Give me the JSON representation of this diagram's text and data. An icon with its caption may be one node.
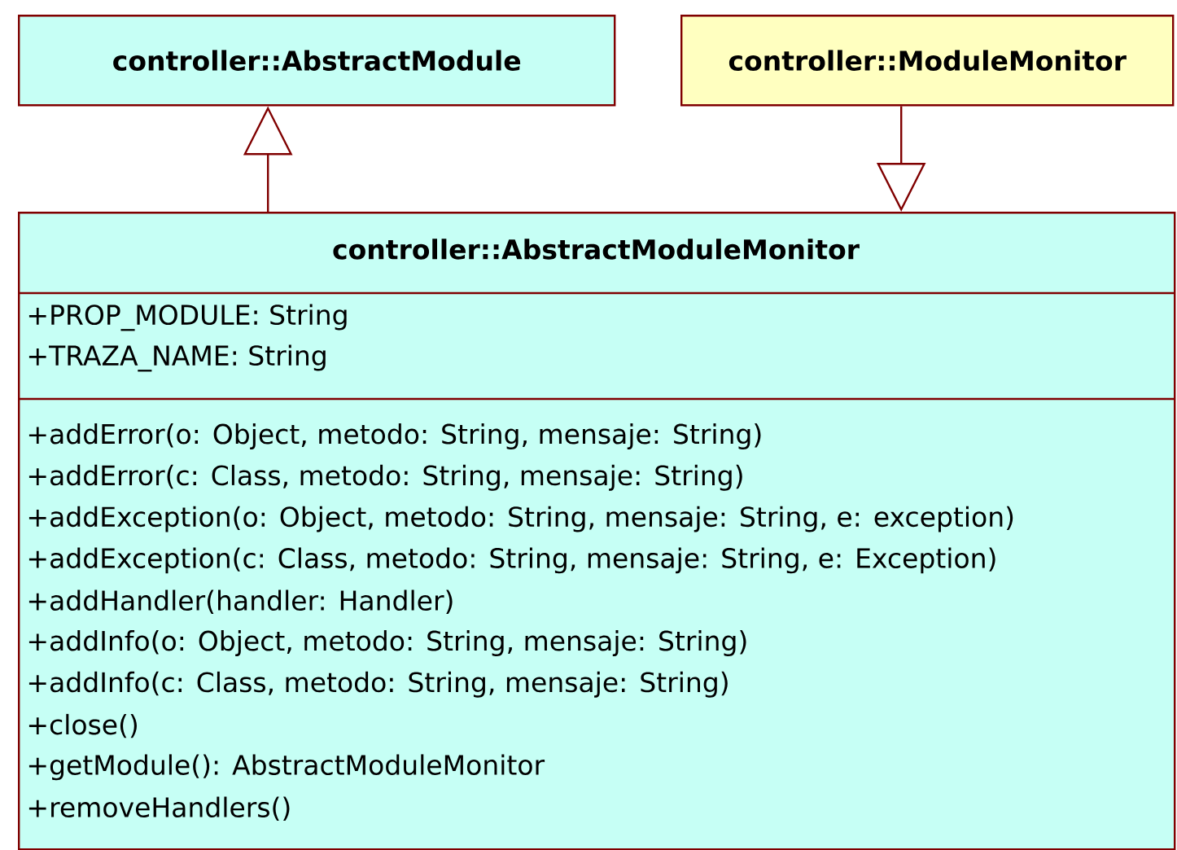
{
  "diagram": {
    "nodes": [
      {
        "text": [
          "controller::AbstractModule"
        ]
      },
      {
        "text": [
          "controller::ModuleMonitor"
        ]
      },
      {
        "text": [
          "controller::AbstractModuleMonitor",
          "+PROP_MODULE: String",
          "+TRAZA_NAME: String",
          "+addError(o: Object, metodo: String, mensaje: String)",
          "+addError(c: Class, metodo: String, mensaje: String)",
          "+addException(o: Object, metodo: String, mensaje: String, e: exception)",
          "+addException(c: Class, metodo: String, mensaje: String, e: Exception)",
          "+addHandler(handler: Handler)",
          "+addInfo(o: Object, metodo: String, mensaje: String)",
          "+addInfo(c: Class, metodo: String, mensaje: String)",
          "+close()",
          "+getModule(): AbstractModuleMonitor",
          "+removeHandlers()"
        ]
      }
    ],
    "edges": [
      {
        "from": 2,
        "to": 0,
        "arrow": "to"
      },
      {
        "from": 1,
        "to": 2,
        "arrow": "to"
      }
    ]
  }
}
